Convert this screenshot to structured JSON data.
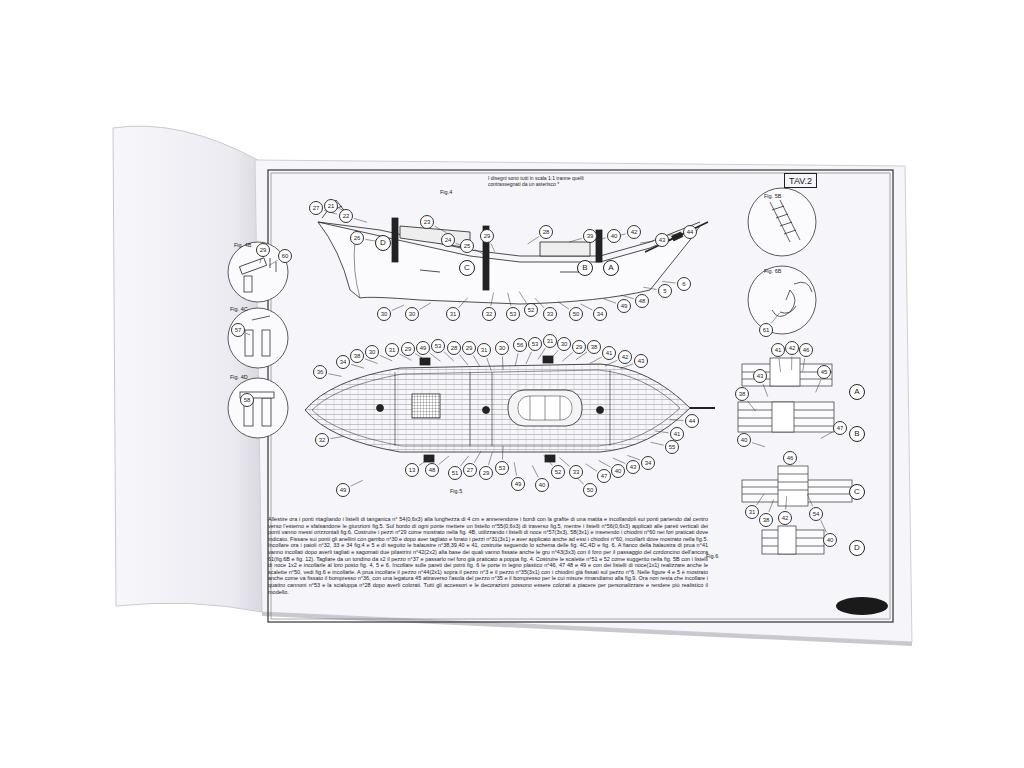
{
  "diagram": {
    "nodes": [
      {
        "text": [
          "TAV.2"
        ]
      }
    ],
    "labels": [
      "I disegni sono tutti in scala 1:1 tranne quelli contrassegnati da un asterisco *",
      "Fig.4",
      "Fig.5",
      "Fig.6",
      "Fig. 4B",
      "Fig. 4C",
      "Fig. 4D",
      "Fig. 5B",
      "Fig. 6B",
      "Allestire ora i ponti ritagliando i listelli di tanganica n° 54(0,6x3) alla lunghezza di 4 cm e annerendone i bordi con la grafite di una matita e incollandoli sui ponti partendo dal centro verso l'esterno e sfalsandone le giunzioni fig.5. Sul bordo di ogni ponte mettere un listello n°55(0,6x3) di traverso fig.5, mentre i listelli n°56(0,6x3) applicati alle pareti verticali dei ponti vanno messi orizzontali fig.6. Costruire i pezzi n°29 come mostrato nella fig. 4B, utilizzando i listelli di noce n°57(3x3), 58(3x1) e inserendo i chiodini n°60 nei fori praticati dove indicato. Fissare sui ponti gli anellini con gambo n°30 e dopo aver tagliato e forato i pezzi n°31(3x1) e aver applicato anche ad essi i chiodini n°60, incollarli dove mostrato nella fig.5. Incollare ora i paioli n°32, 33 e 34 fig.4 e 5 e di seguito le balaustre n°38,39,40 e 41, costruite seguendo lo schema delle fig. 4C,4D e fig. 6. A fianco della balaustra di prua n°41 vanno incollati dopo averli tagliati e sagomati due pilastrini n°42(2x2) alla base dei quali vanno fissate anche le gru n°43(3x3) con il foro per il passaggio del cordoncino dell'ancora 61(fig.6B e fig. 12). Tagliare da un tondino da x2 il pezzo n°37 e passarlo nel foro già praticato a poppa fig. 4. Costruire le scalette n°51 e 52 come suggerito nella fig. 5B con i listelli di noce 1x2 e incollarle al loro posto fig. 4, 5 e 6. Incollare sulle pareti dei ponti fig. 6 le porte in legno plastico n°46, 47 48 e 49 e con dei listelli di noce(1x1) realizzare anche le scalette n°50, vedi fig.6 e incollarle. A prua incollare il pezzo n°44(2x1) sopra il pezzo n°3 e il pezzo n°35(3x1) con i chiodini già fissati sul pezzo n°6. Nelle figure 4 e 5 è mostrato anche come va fissato il bompresso n°36, con una legatura 45 attraverso l'asola del pezzo n°35 e il bompresso per le cui misure rimandiamo alla fig.9. Ora non resta che incollare i quattro cannoni n°53 e la scialuppa n°28 dopo averli colorati. Tutti gli accessori e le decorazioni possono essere colorati a piacere per personalizzare e rendere più realistico il modello.",
      "D",
      "C",
      "B",
      "A",
      "A",
      "B",
      "C",
      "D",
      "27",
      "21",
      "22",
      "26",
      "23",
      "24",
      "25",
      "29",
      "28",
      "39",
      "40",
      "42",
      "43",
      "44",
      "30",
      "30",
      "31",
      "32",
      "53",
      "52",
      "33",
      "50",
      "34",
      "49",
      "48",
      "5",
      "6",
      "36",
      "34",
      "38",
      "30",
      "31",
      "29",
      "49",
      "53",
      "28",
      "29",
      "31",
      "30",
      "56",
      "53",
      "31",
      "30",
      "29",
      "38",
      "41",
      "42",
      "43",
      "32",
      "49",
      "13",
      "48",
      "51",
      "27",
      "29",
      "53",
      "49",
      "40",
      "52",
      "33",
      "50",
      "47",
      "40",
      "43",
      "34",
      "55",
      "41",
      "44",
      "41",
      "42",
      "46",
      "43",
      "45",
      "38",
      "40",
      "47",
      "46",
      "31",
      "54",
      "38",
      "42",
      "40",
      "61",
      "29",
      "60",
      "57",
      "58"
    ]
  }
}
